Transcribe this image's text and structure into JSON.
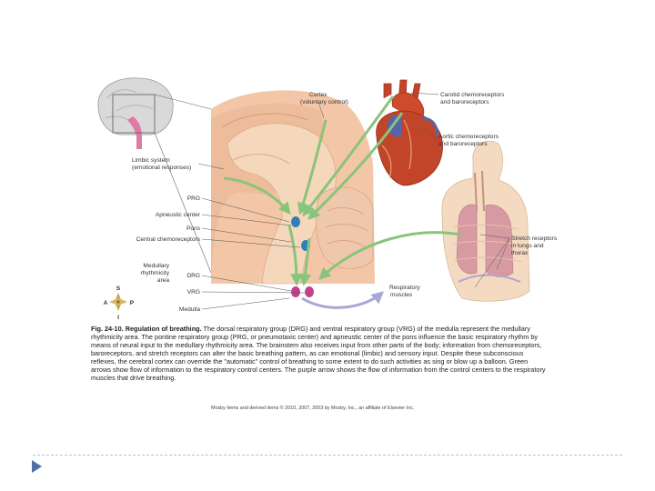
{
  "labels": {
    "cortex": [
      "Cortex",
      "(voluntary control)"
    ],
    "limbic": [
      "Limbic system",
      "(emotional responses)"
    ],
    "prg": "PRG",
    "apneustic": "Apneustic center",
    "pons": "Pons",
    "central": "Central chemoreceptors",
    "medullary": [
      "Medullary",
      "rhythmicity",
      "area"
    ],
    "drg": "DRG",
    "vrg": "VRG",
    "medulla": "Medulla",
    "carotid": [
      "Carotid chemoreceptors",
      "and baroreceptors"
    ],
    "aortic": [
      "Aortic chemoreceptors",
      "and baroreceptors"
    ],
    "stretch": [
      "Stretch receptors",
      "in lungs and",
      "thorax"
    ],
    "resp_muscles": [
      "Respiratory",
      "muscles"
    ]
  },
  "compass": {
    "s": "S",
    "a": "A",
    "p": "P",
    "i": "I"
  },
  "caption": {
    "fig_label": "Fig. 24-10.",
    "title": "Regulation of breathing.",
    "body": "The dorsal respiratory group (DRG) and ventral respiratory group (VRG) of the medulla represent the medullary rhythmicity area. The pontine respiratory group (PRG, or pneumotaxic center) and apneustic center of the pons influence the basic respiratory rhythm by means of neural input to the medullary rhythmicity area. The brainstem also receives input from other parts of the body; information from chemoreceptors, baroreceptors, and stretch receptors can alter the basic breathing pattern, as can emotional (limbic) and sensory input. Despite these subconscious reflexes, the cerebral cortex can override the \"automatic\" control of breathing to some extent to do such activities as sing or blow up a balloon. Green arrows show flow of information to the respiratory control centers. The purple arrow shows the flow of information from the control centers to the respiratory muscles that drive breathing."
  },
  "credit": "Mosby items and derived items © 2010, 2007, 2003 by Mosby, Inc., an affiliate of Elsevier Inc.",
  "colors": {
    "green_arrow": "#8ac47a",
    "purple_arrow": "#a9a6d8",
    "brain_tissue": "#f2c6a6",
    "brainstem": "#f5d8bc",
    "center_blue": "#2f7fb8",
    "center_magenta": "#c0418e",
    "heart": "#c2452a",
    "vessel_blue": "#5565a8"
  },
  "icons": [
    "compass-rose-icon",
    "slide-bullet-arrow-icon"
  ]
}
